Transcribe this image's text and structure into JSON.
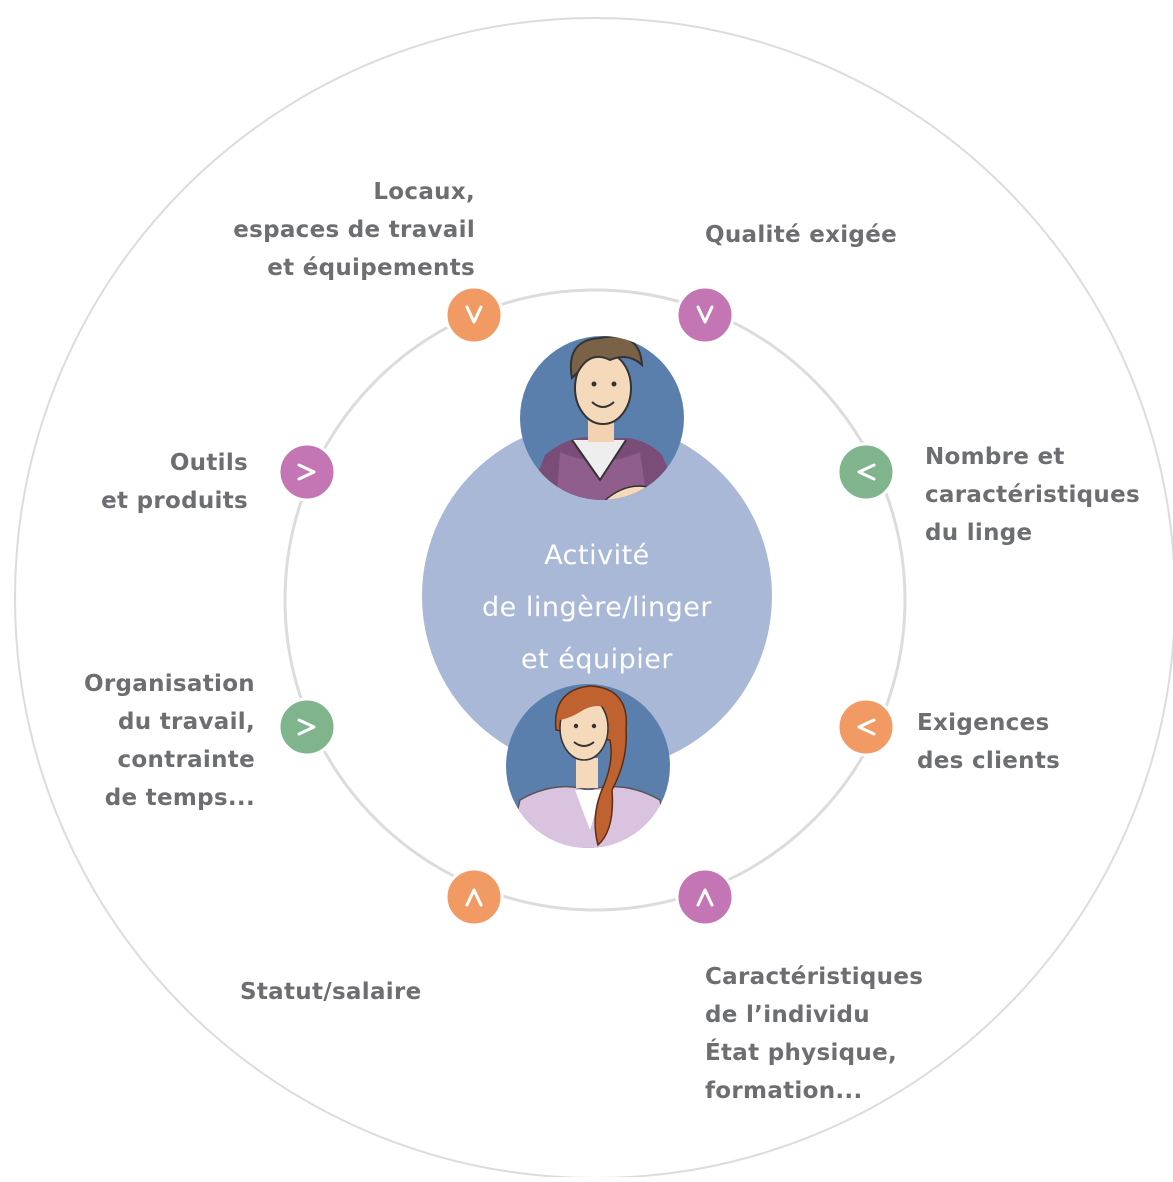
{
  "center": {
    "lines": [
      "Activité",
      "de lingère/linger",
      "et équipier"
    ]
  },
  "factors": [
    {
      "id": "locaux",
      "lines": [
        "Locaux,",
        "espaces de travail",
        "et équipements"
      ],
      "color": "#f29a63",
      "arrow": "down"
    },
    {
      "id": "qualite",
      "lines": [
        "Qualité exigée"
      ],
      "color": "#c475b4",
      "arrow": "down"
    },
    {
      "id": "outils",
      "lines": [
        "Outils",
        "et produits"
      ],
      "color": "#c475b4",
      "arrow": "right"
    },
    {
      "id": "linge",
      "lines": [
        "Nombre et",
        "caractéristiques",
        "du linge"
      ],
      "color": "#7fb48c",
      "arrow": "left"
    },
    {
      "id": "organisation",
      "lines": [
        "Organisation",
        "du travail,",
        "contrainte",
        "de temps..."
      ],
      "color": "#7fb48c",
      "arrow": "right"
    },
    {
      "id": "clients",
      "lines": [
        "Exigences",
        "des clients"
      ],
      "color": "#f29a63",
      "arrow": "left"
    },
    {
      "id": "statut",
      "lines": [
        "Statut/salaire"
      ],
      "color": "#f29a63",
      "arrow": "up"
    },
    {
      "id": "individu",
      "lines": [
        "Caractéristiques",
        "de l’individu",
        "État physique,",
        "formation..."
      ],
      "color": "#c475b4",
      "arrow": "up"
    }
  ],
  "colors": {
    "center_fill": "#a8b8d6",
    "portrait_fill": "#5b7fad",
    "ring_stroke": "#dcdcdc",
    "text": "#6d6e71"
  },
  "icons": [
    "man-portrait-icon",
    "woman-portrait-icon"
  ]
}
